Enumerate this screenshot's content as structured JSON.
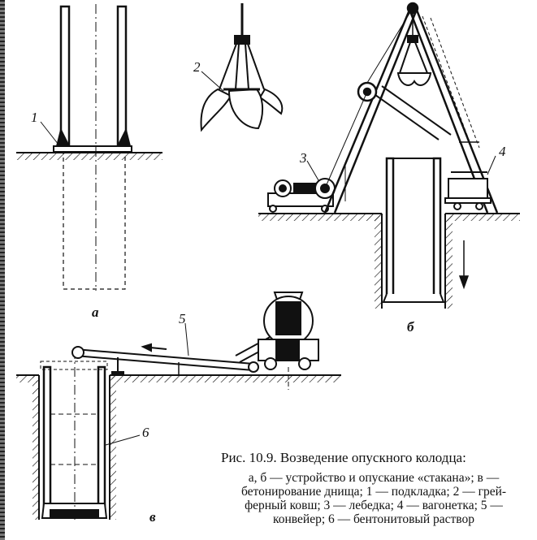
{
  "labels": {
    "l1": "1",
    "l2": "2",
    "l3": "3",
    "l4": "4",
    "l5": "5",
    "l6": "6",
    "a": "а",
    "b": "б",
    "v": "в"
  },
  "caption": {
    "title": "Рис. 10.9. Возведение опускного колодца:",
    "line1": "а, б — устройство и опускание «стакана»; в —",
    "line2": "бетонирование днища; 1 — подкладка; 2 — грей-",
    "line3": "ферный ковш; 3 — лебедка; 4 — вагонетка; 5 —",
    "line4": "конвейер; 6 — бентонитовый раствор"
  }
}
